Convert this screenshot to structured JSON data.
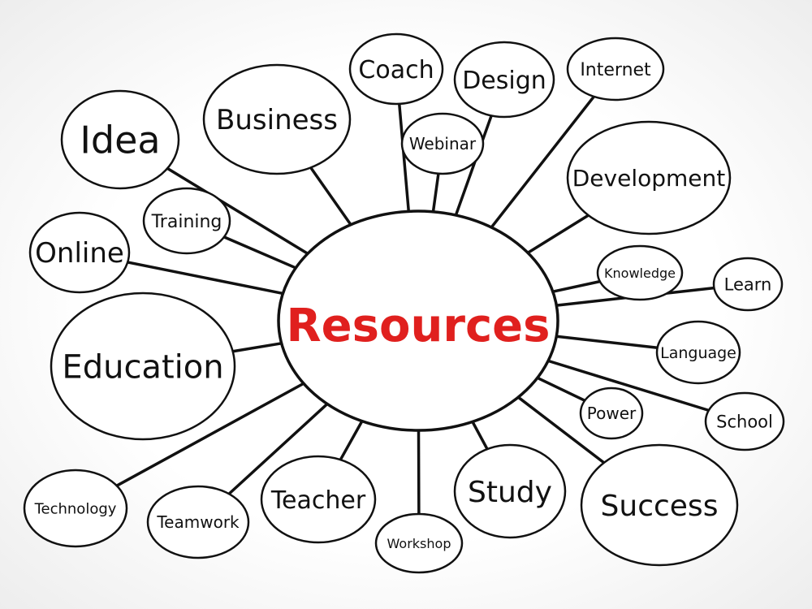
{
  "hub": {
    "label": "Resources",
    "color": "#e0201e"
  },
  "nodes": [
    {
      "id": "idea",
      "label": "Idea"
    },
    {
      "id": "business",
      "label": "Business"
    },
    {
      "id": "coach",
      "label": "Coach"
    },
    {
      "id": "design",
      "label": "Design"
    },
    {
      "id": "internet",
      "label": "Internet"
    },
    {
      "id": "webinar",
      "label": "Webinar"
    },
    {
      "id": "development",
      "label": "Development"
    },
    {
      "id": "training",
      "label": "Training"
    },
    {
      "id": "online",
      "label": "Online"
    },
    {
      "id": "knowledge",
      "label": "Knowledge"
    },
    {
      "id": "learn",
      "label": "Learn"
    },
    {
      "id": "education",
      "label": "Education"
    },
    {
      "id": "language",
      "label": "Language"
    },
    {
      "id": "power",
      "label": "Power"
    },
    {
      "id": "school",
      "label": "School"
    },
    {
      "id": "technology",
      "label": "Technology"
    },
    {
      "id": "teamwork",
      "label": "Teamwork"
    },
    {
      "id": "teacher",
      "label": "Teacher"
    },
    {
      "id": "workshop",
      "label": "Workshop"
    },
    {
      "id": "study",
      "label": "Study"
    },
    {
      "id": "success",
      "label": "Success"
    }
  ],
  "stock_id": "206663185"
}
